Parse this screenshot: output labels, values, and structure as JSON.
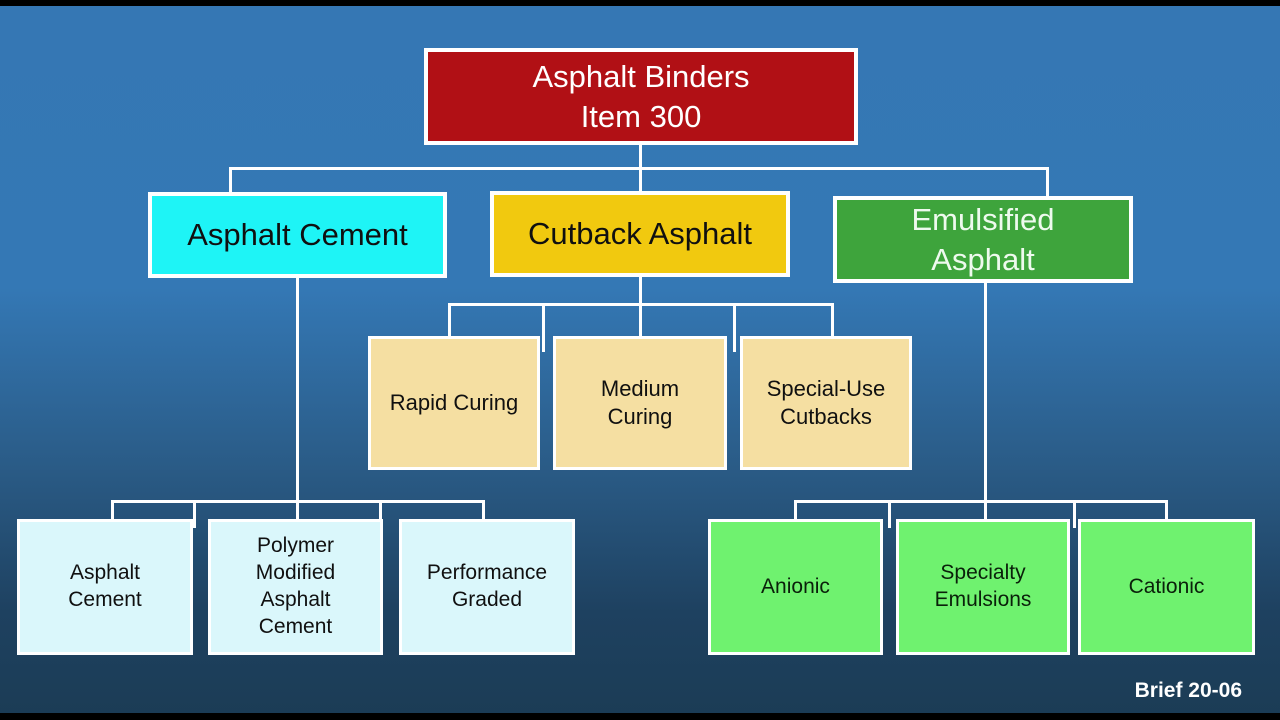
{
  "slide": {
    "background": {
      "top_color": "#3577B4",
      "bottom_color": "#1B3C55",
      "letterbox_color": "#000000"
    },
    "connector_color": "#FFFFFF",
    "footer": {
      "brief": "Brief 20-06",
      "color": "#FFFFFF"
    },
    "nodes": {
      "root": {
        "label": "Asphalt Binders\nItem 300",
        "fill": "#B11015",
        "text_color": "#FFFFFF"
      },
      "level2": [
        {
          "id": "asphalt-cement",
          "label": "Asphalt Cement",
          "fill": "#1EF4F6",
          "text_color": "#101010"
        },
        {
          "id": "cutback-asphalt",
          "label": "Cutback Asphalt",
          "fill": "#F1C90F",
          "text_color": "#101010"
        },
        {
          "id": "emulsified-asphalt",
          "label": "Emulsified\nAsphalt",
          "fill": "#3EA43C",
          "text_color": "#EEFAEE"
        }
      ],
      "cutback_children": [
        {
          "label": "Rapid Curing",
          "fill": "#F5DFA2"
        },
        {
          "label": "Medium\nCuring",
          "fill": "#F5DFA2"
        },
        {
          "label": "Special-Use\nCutbacks",
          "fill": "#F5DFA2"
        }
      ],
      "cement_children": [
        {
          "label": "Asphalt\nCement",
          "fill": "#DAF7FB"
        },
        {
          "label": "Polymer\nModified\nAsphalt\nCement",
          "fill": "#DAF7FB"
        },
        {
          "label": "Performance\nGraded",
          "fill": "#DAF7FB"
        }
      ],
      "emulsified_children": [
        {
          "label": "Anionic",
          "fill": "#6FF26F"
        },
        {
          "label": "Specialty\nEmulsions",
          "fill": "#6FF26F"
        },
        {
          "label": "Cationic",
          "fill": "#6FF26F"
        }
      ]
    }
  }
}
